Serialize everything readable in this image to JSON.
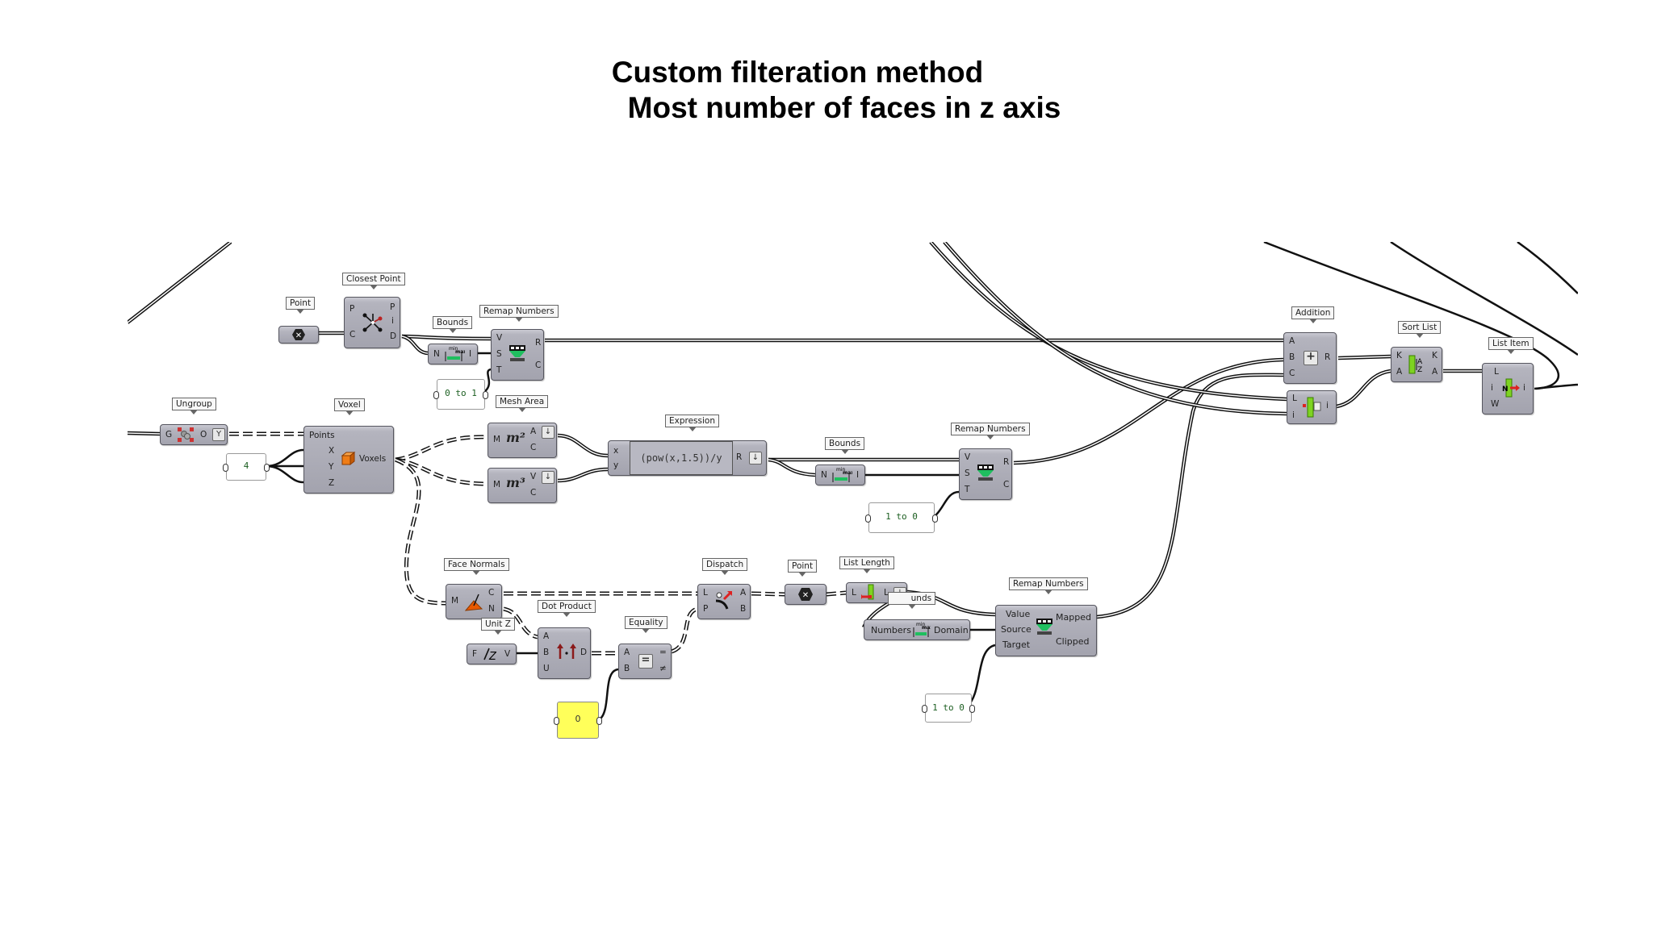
{
  "title": {
    "line1": "Custom filteration method",
    "line2": "Most number of faces in z axis"
  },
  "nodes": {
    "point_1": {
      "tag": "Point",
      "icon": "point-x-icon"
    },
    "closest_point": {
      "tag": "Closest Point",
      "inputs": [
        "P",
        "C"
      ],
      "outputs": [
        "P",
        "i",
        "D"
      ],
      "icon": "closest-point-icon"
    },
    "bounds_1": {
      "tag": "Bounds",
      "inputs": [
        "N"
      ],
      "outputs": [
        "I"
      ],
      "icon": "bounds-icon"
    },
    "remap_1": {
      "tag": "Remap Numbers",
      "inputs": [
        "V",
        "S",
        "T"
      ],
      "outputs": [
        "R",
        "C"
      ],
      "icon": "remap-icon"
    },
    "panel_0to1": {
      "value": "0 to 1"
    },
    "ungroup": {
      "tag": "Ungroup",
      "inputs": [
        "G"
      ],
      "outputs": [
        "O"
      ],
      "icon": "ungroup-icon",
      "flag": "Y"
    },
    "number_4": {
      "value": "4"
    },
    "voxel": {
      "tag": "Voxel",
      "inputs": [
        "Points",
        "X",
        "Y",
        "Z"
      ],
      "outputs": [
        "Voxels"
      ],
      "icon": "voxel-cube-icon"
    },
    "mesh_area": {
      "tag": "Mesh Area",
      "inputs": [
        "M"
      ],
      "outputs": [
        "A",
        "C"
      ],
      "symbol": "m²"
    },
    "mesh_volume": {
      "inputs": [
        "M"
      ],
      "outputs": [
        "V",
        "C"
      ],
      "symbol": "m³"
    },
    "expression": {
      "tag": "Expression",
      "inputs": [
        "x",
        "y"
      ],
      "outputs": [
        "R"
      ],
      "formula": "(pow(x,1.5))/y"
    },
    "bounds_2": {
      "tag": "Bounds",
      "inputs": [
        "N"
      ],
      "outputs": [
        "I"
      ]
    },
    "remap_2": {
      "tag": "Remap Numbers",
      "inputs": [
        "V",
        "S",
        "T"
      ],
      "outputs": [
        "R",
        "C"
      ]
    },
    "panel_1to0_a": {
      "value": "1 to 0"
    },
    "face_normals": {
      "tag": "Face Normals",
      "inputs": [
        "M"
      ],
      "outputs": [
        "C",
        "N"
      ],
      "icon": "face-normals-icon"
    },
    "unit_z": {
      "tag": "Unit Z",
      "inputs": [
        "F"
      ],
      "outputs": [
        "V"
      ],
      "icon": "unit-z-icon"
    },
    "dot_product": {
      "tag": "Dot Product",
      "inputs": [
        "A",
        "B",
        "U"
      ],
      "outputs": [
        "D"
      ],
      "icon": "dot-product-icon"
    },
    "equality": {
      "tag": "Equality",
      "inputs": [
        "A",
        "B"
      ],
      "outputs": [
        "=",
        "≠"
      ],
      "icon": "equals-icon"
    },
    "panel_zero": {
      "value": "0"
    },
    "dispatch": {
      "tag": "Dispatch",
      "inputs": [
        "L",
        "P"
      ],
      "outputs": [
        "A",
        "B"
      ],
      "icon": "dispatch-icon"
    },
    "point_2": {
      "tag": "Point",
      "icon": "point-x-icon"
    },
    "list_length": {
      "tag": "List Length",
      "inputs": [
        "L"
      ],
      "outputs": [
        "L"
      ],
      "icon": "list-length-icon"
    },
    "bounds_3": {
      "tag": "Bounds",
      "inputs": [
        "Numbers"
      ],
      "outputs": [
        "Domain"
      ]
    },
    "remap_3": {
      "tag": "Remap Numbers",
      "inputs": [
        "Value",
        "Source",
        "Target"
      ],
      "outputs": [
        "Mapped",
        "Clipped"
      ]
    },
    "panel_1to0_b": {
      "value": "1 to 0"
    },
    "addition": {
      "tag": "Addition",
      "inputs": [
        "A",
        "B",
        "C"
      ],
      "outputs": [
        "R"
      ],
      "icon": "plus-icon"
    },
    "index_search": {
      "inputs": [
        "L",
        "i"
      ],
      "outputs": [
        "i"
      ],
      "icon": "list-index-icon"
    },
    "sort_list": {
      "tag": "Sort List",
      "inputs": [
        "K",
        "A"
      ],
      "outputs": [
        "K",
        "A"
      ],
      "icon": "sort-az-icon"
    },
    "list_item": {
      "tag": "List Item",
      "inputs": [
        "L",
        "i",
        "W"
      ],
      "outputs": [
        "i"
      ],
      "icon": "list-item-icon"
    }
  },
  "colors": {
    "node_fill": "#a8a8b2",
    "panel_yellow": "#ffff5a",
    "remap_green": "#1fbf5f"
  }
}
